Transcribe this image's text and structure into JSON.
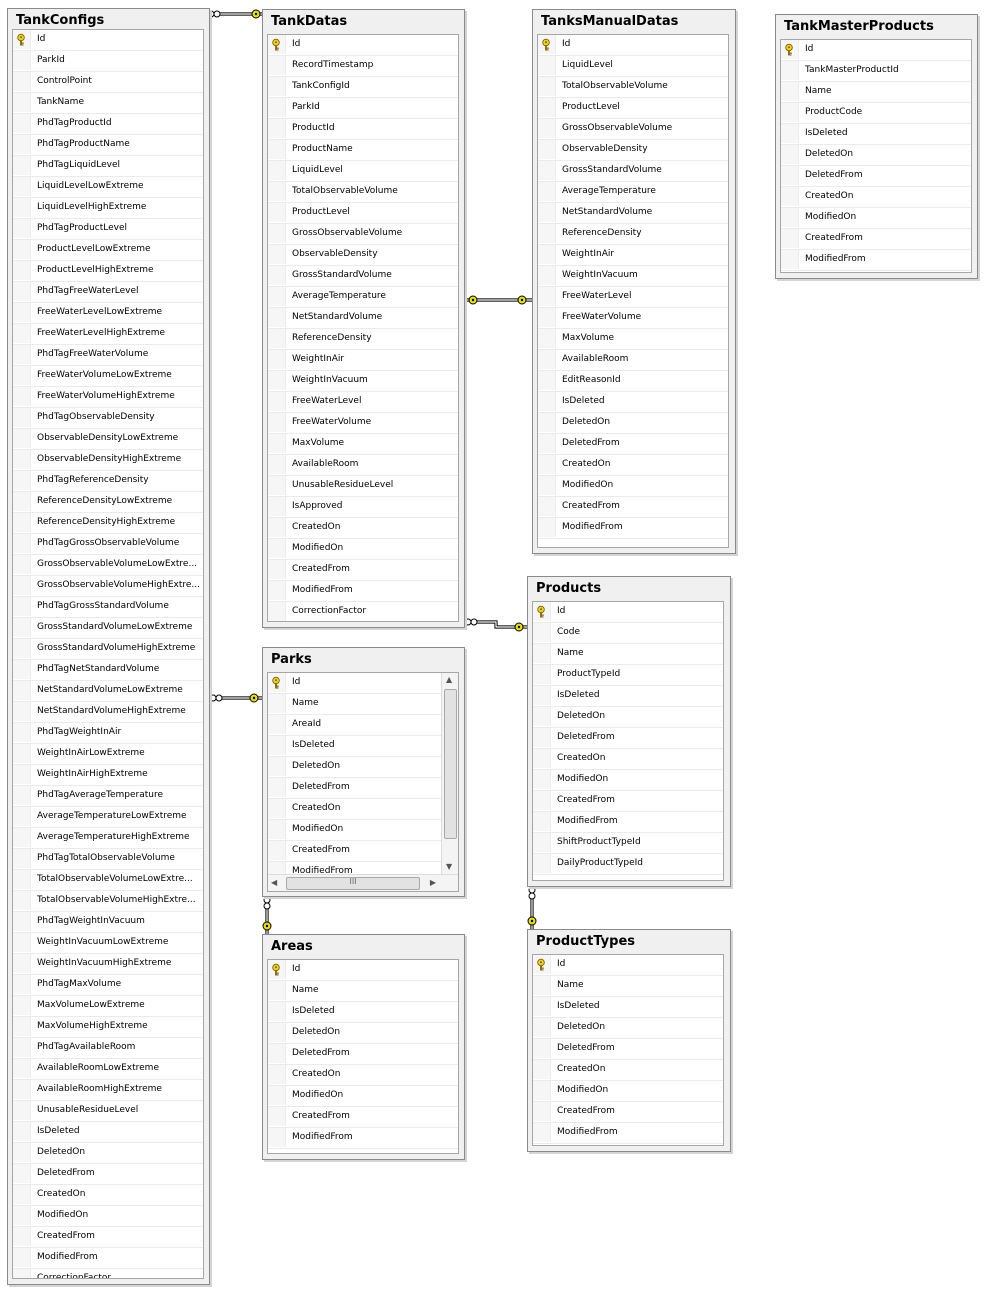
{
  "tables": [
    {
      "name": "TankConfigs",
      "columns": [
        "Id",
        "ParkId",
        "ControlPoint",
        "TankName",
        "PhdTagProductId",
        "PhdTagProductName",
        "PhdTagLiquidLevel",
        "LiquidLevelLowExtreme",
        "LiquidLevelHighExtreme",
        "PhdTagProductLevel",
        "ProductLevelLowExtreme",
        "ProductLevelHighExtreme",
        "PhdTagFreeWaterLevel",
        "FreeWaterLevelLowExtreme",
        "FreeWaterLevelHighExtreme",
        "PhdTagFreeWaterVolume",
        "FreeWaterVolumeLowExtreme",
        "FreeWaterVolumeHighExtreme",
        "PhdTagObservableDensity",
        "ObservableDensityLowExtreme",
        "ObservableDensityHighExtreme",
        "PhdTagReferenceDensity",
        "ReferenceDensityLowExtreme",
        "ReferenceDensityHighExtreme",
        "PhdTagGrossObservableVolume",
        "GrossObservableVolumeLowExtre...",
        "GrossObservableVolumeHighExtre...",
        "PhdTagGrossStandardVolume",
        "GrossStandardVolumeLowExtreme",
        "GrossStandardVolumeHighExtreme",
        "PhdTagNetStandardVolume",
        "NetStandardVolumeLowExtreme",
        "NetStandardVolumeHighExtreme",
        "PhdTagWeightInAir",
        "WeightInAirLowExtreme",
        "WeightInAirHighExtreme",
        "PhdTagAverageTemperature",
        "AverageTemperatureLowExtreme",
        "AverageTemperatureHighExtreme",
        "PhdTagTotalObservableVolume",
        "TotalObservableVolumeLowExtre...",
        "TotalObservableVolumeHighExtre...",
        "PhdTagWeightInVacuum",
        "WeightInVacuumLowExtreme",
        "WeightInVacuumHighExtreme",
        "PhdTagMaxVolume",
        "MaxVolumeLowExtreme",
        "MaxVolumeHighExtreme",
        "PhdTagAvailableRoom",
        "AvailableRoomLowExtreme",
        "AvailableRoomHighExtreme",
        "UnusableResidueLevel",
        "IsDeleted",
        "DeletedOn",
        "DeletedFrom",
        "CreatedOn",
        "ModifiedOn",
        "CreatedFrom",
        "ModifiedFrom",
        "CorrectionFactor"
      ]
    },
    {
      "name": "TankDatas",
      "columns": [
        "Id",
        "RecordTimestamp",
        "TankConfigId",
        "ParkId",
        "ProductId",
        "ProductName",
        "LiquidLevel",
        "TotalObservableVolume",
        "ProductLevel",
        "GrossObservableVolume",
        "ObservableDensity",
        "GrossStandardVolume",
        "AverageTemperature",
        "NetStandardVolume",
        "ReferenceDensity",
        "WeightInAir",
        "WeightInVacuum",
        "FreeWaterLevel",
        "FreeWaterVolume",
        "MaxVolume",
        "AvailableRoom",
        "UnusableResidueLevel",
        "IsApproved",
        "CreatedOn",
        "ModifiedOn",
        "CreatedFrom",
        "ModifiedFrom",
        "CorrectionFactor"
      ]
    },
    {
      "name": "TanksManualDatas",
      "columns": [
        "Id",
        "LiquidLevel",
        "TotalObservableVolume",
        "ProductLevel",
        "GrossObservableVolume",
        "ObservableDensity",
        "GrossStandardVolume",
        "AverageTemperature",
        "NetStandardVolume",
        "ReferenceDensity",
        "WeightInAir",
        "WeightInVacuum",
        "FreeWaterLevel",
        "FreeWaterVolume",
        "MaxVolume",
        "AvailableRoom",
        "EditReasonId",
        "IsDeleted",
        "DeletedOn",
        "DeletedFrom",
        "CreatedOn",
        "ModifiedOn",
        "CreatedFrom",
        "ModifiedFrom"
      ]
    },
    {
      "name": "TankMasterProducts",
      "columns": [
        "Id",
        "TankMasterProductId",
        "Name",
        "ProductCode",
        "IsDeleted",
        "DeletedOn",
        "DeletedFrom",
        "CreatedOn",
        "ModifiedOn",
        "CreatedFrom",
        "ModifiedFrom"
      ]
    },
    {
      "name": "Products",
      "columns": [
        "Id",
        "Code",
        "Name",
        "ProductTypeId",
        "IsDeleted",
        "DeletedOn",
        "DeletedFrom",
        "CreatedOn",
        "ModifiedOn",
        "CreatedFrom",
        "ModifiedFrom",
        "ShiftProductTypeId",
        "DailyProductTypeId"
      ]
    },
    {
      "name": "Parks",
      "columns": [
        "Id",
        "Name",
        "AreaId",
        "IsDeleted",
        "DeletedOn",
        "DeletedFrom",
        "CreatedOn",
        "ModifiedOn",
        "CreatedFrom",
        "ModifiedFrom"
      ],
      "scroll_h_label": "III"
    },
    {
      "name": "Areas",
      "columns": [
        "Id",
        "Name",
        "IsDeleted",
        "DeletedOn",
        "DeletedFrom",
        "CreatedOn",
        "ModifiedOn",
        "CreatedFrom",
        "ModifiedFrom"
      ]
    },
    {
      "name": "ProductTypes",
      "columns": [
        "Id",
        "Name",
        "IsDeleted",
        "DeletedOn",
        "DeletedFrom",
        "CreatedOn",
        "ModifiedOn",
        "CreatedFrom",
        "ModifiedFrom"
      ]
    }
  ],
  "relationships": [
    {
      "from": "TankConfigs",
      "to": "TankDatas"
    },
    {
      "from": "TankDatas",
      "to": "TanksManualDatas"
    },
    {
      "from": "Products",
      "to": "TankDatas"
    },
    {
      "from": "Parks",
      "to": "TankConfigs"
    },
    {
      "from": "Areas",
      "to": "Parks"
    },
    {
      "from": "ProductTypes",
      "to": "Products"
    }
  ],
  "colors": {
    "key": "#f2d21b",
    "connector": "#e8e000",
    "line": "#000000"
  },
  "icons": {
    "primary_key": "key-icon",
    "many_end": "infinity-icon",
    "one_end": "key-endpoint-icon"
  }
}
